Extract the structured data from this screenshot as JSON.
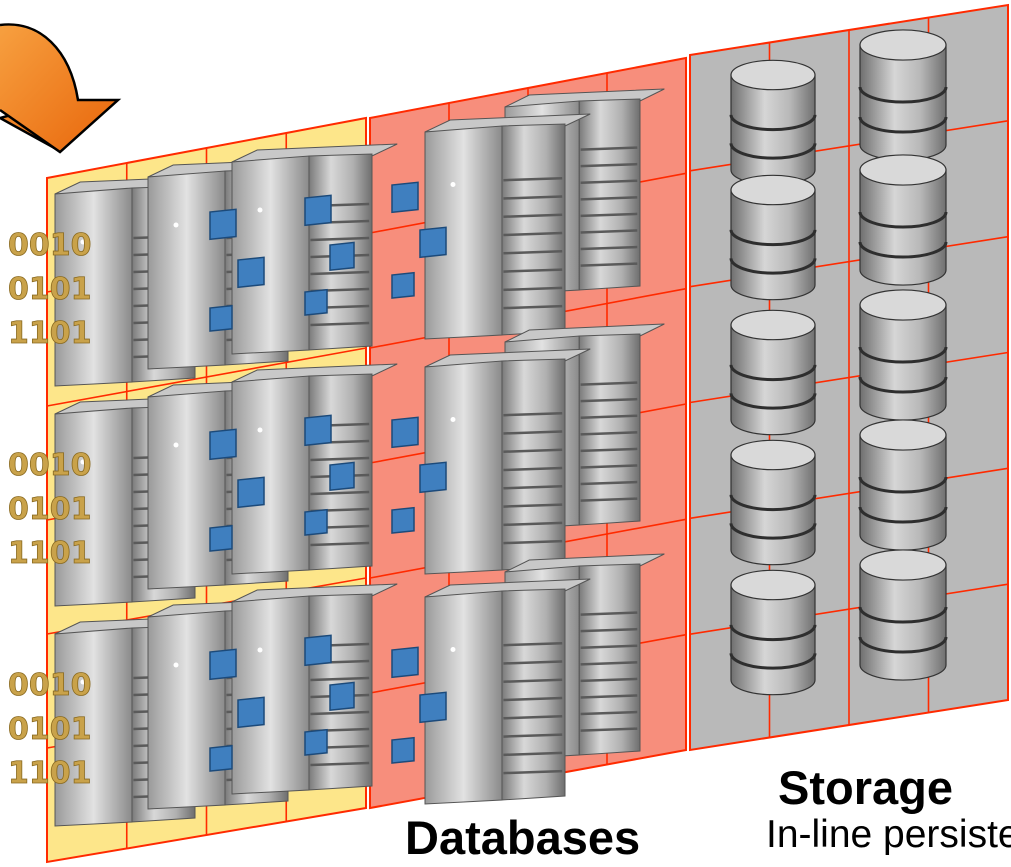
{
  "labels": {
    "storage_title": "Storage",
    "storage_subtitle": "In-line persisten",
    "databases_title": "Databases"
  },
  "binary_rows": [
    "0010",
    "0101",
    "1101"
  ],
  "icons": {
    "arrow": "curved-arrow-icon",
    "server": "server-tower-icon",
    "database": "database-cylinder-icon",
    "data_block": "data-block-icon"
  },
  "colors": {
    "left_panel": "#fde68a",
    "middle_panel": "#f78e7c",
    "right_panel": "#b9b9b9",
    "grid_line": "#ff2a00",
    "arrow": "#f07c10",
    "data_block": "#3f7fbf",
    "binary_text": "#c9a24a"
  }
}
